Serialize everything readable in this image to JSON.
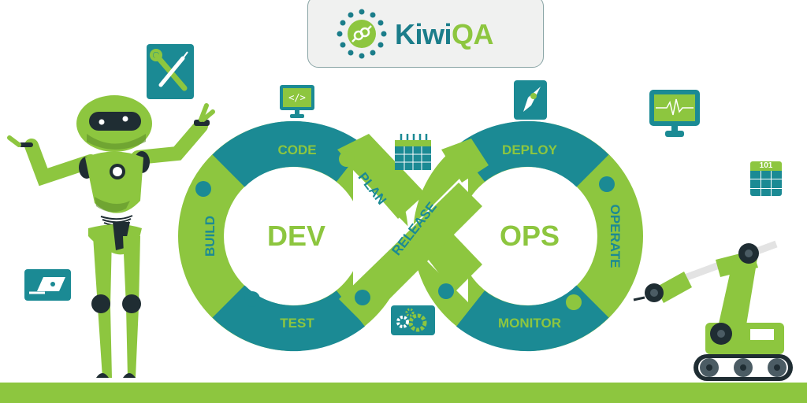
{
  "brand": {
    "name_part1": "Kiwi",
    "name_part2": "QA",
    "primary_color": "#1b8a94",
    "accent_color": "#8dc63f"
  },
  "infinity": {
    "left_center_label": "DEV",
    "right_center_label": "OPS",
    "stages": [
      {
        "label": "CODE",
        "segment": "teal"
      },
      {
        "label": "PLAN",
        "segment": "green"
      },
      {
        "label": "BUILD",
        "segment": "green"
      },
      {
        "label": "TEST",
        "segment": "teal"
      },
      {
        "label": "RELEASE",
        "segment": "green"
      },
      {
        "label": "DEPLOY",
        "segment": "teal"
      },
      {
        "label": "OPERATE",
        "segment": "green"
      },
      {
        "label": "MONITOR",
        "segment": "teal"
      }
    ]
  },
  "icons": [
    {
      "name": "tools-icon"
    },
    {
      "name": "code-monitor-icon",
      "glyph": "</>"
    },
    {
      "name": "calendar-icon"
    },
    {
      "name": "rocket-icon"
    },
    {
      "name": "heartbeat-monitor-icon"
    },
    {
      "name": "binary-table-icon",
      "text": "101"
    },
    {
      "name": "laptop-icon"
    },
    {
      "name": "gears-icon"
    }
  ]
}
